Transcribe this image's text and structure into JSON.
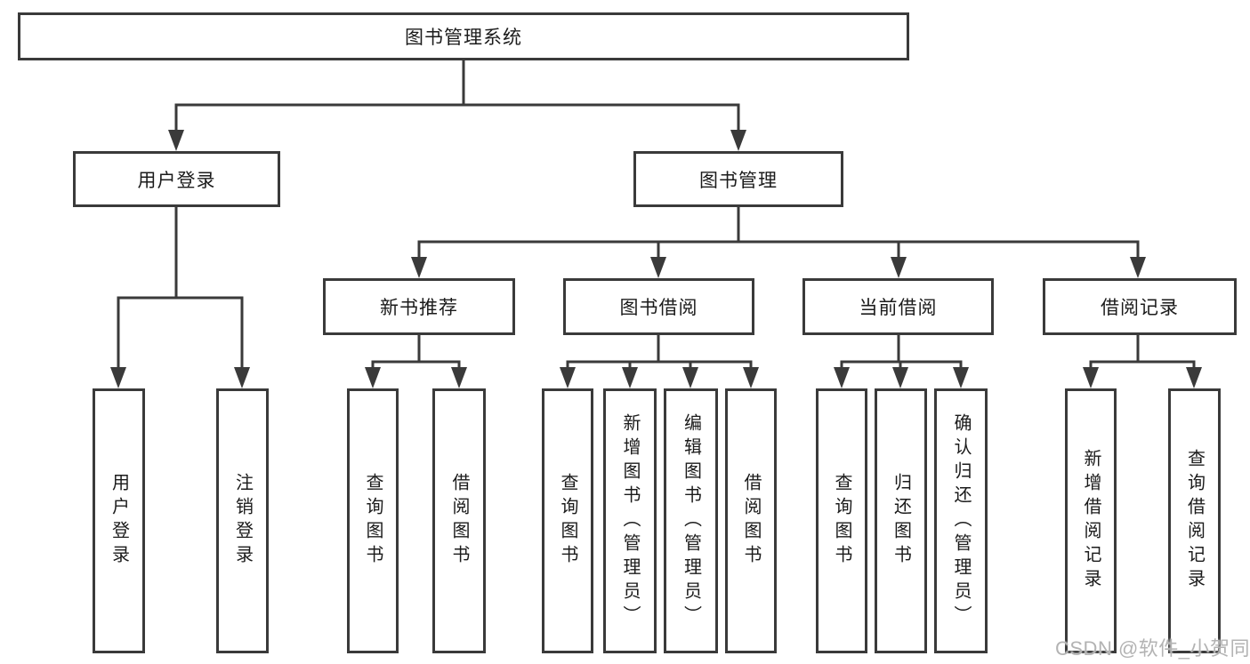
{
  "colors": {
    "background": "#ffffff",
    "line": "#3a3a3a",
    "box_border": "#3a3a3a",
    "text": "#1b1b1b",
    "watermark": "#b3b3b3"
  },
  "nodes": {
    "root": "图书管理系统",
    "level2": [
      "用户登录",
      "图书管理"
    ],
    "level3": [
      "新书推荐",
      "图书借阅",
      "当前借阅",
      "借阅记录"
    ],
    "leaves": {
      "user_login": [
        "用户登录",
        "注销登录"
      ],
      "new_book": [
        "查询图书",
        "借阅图书"
      ],
      "book_borrow": [
        "查询图书",
        "新增图书（管理员）",
        "编辑图书（管理员）",
        "借阅图书"
      ],
      "current_borrow": [
        "查询图书",
        "归还图书",
        "确认归还（管理员）"
      ],
      "borrow_record": [
        "新增借阅记录",
        "查询借阅记录"
      ]
    }
  },
  "watermark": {
    "text": "CSDN @软件_小贺同学"
  }
}
